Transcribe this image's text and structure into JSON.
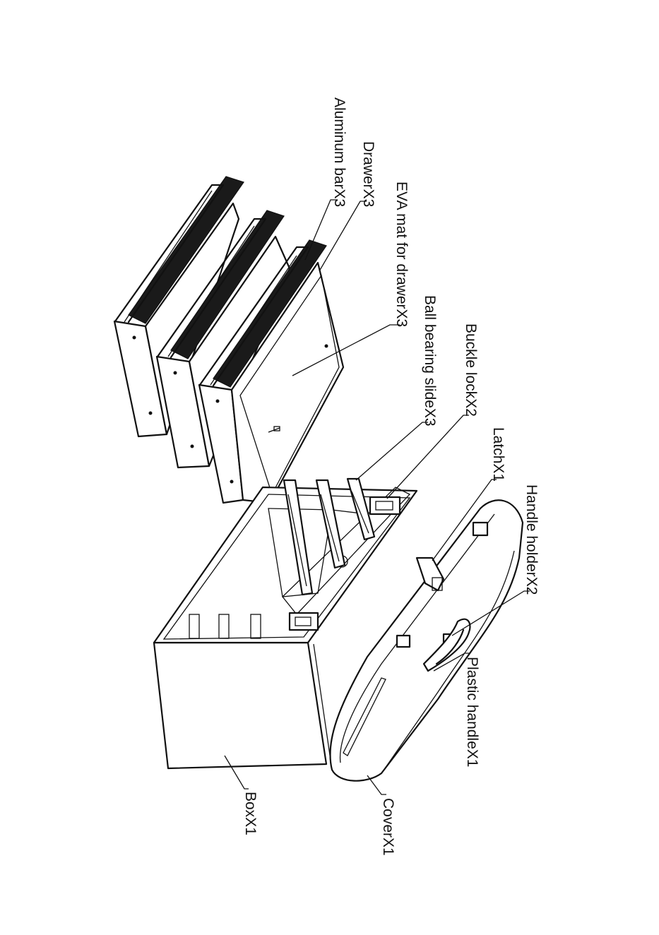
{
  "labels": {
    "aluminum_bar": "Aluminum barX3",
    "drawer": "DrawerX3",
    "eva_mat": "EVA mat for drawerX3",
    "ball_bearing_slide": "Ball bearing slideX3",
    "buckle_lock": "Buckle lockX2",
    "latch": "LatchX1",
    "handle_holder": "Handle holderX2",
    "plastic_handle": "Plastic handleX1",
    "cover": "CoverX1",
    "box": "BoxX1"
  }
}
